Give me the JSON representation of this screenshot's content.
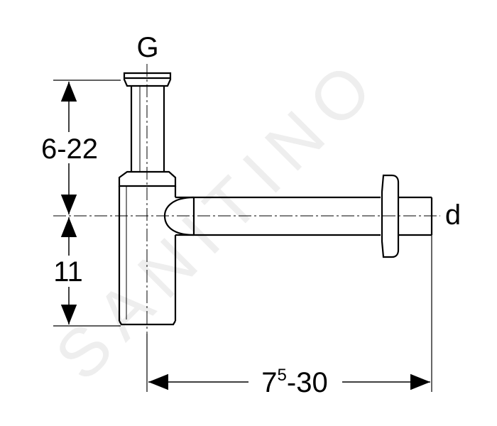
{
  "watermark": "SANITINO",
  "labels": {
    "thread": "G",
    "dimension_upper": "6-22",
    "dimension_lower": "11",
    "outlet": "d",
    "horizontal_base": "7",
    "horizontal_superscript": "5",
    "horizontal_suffix": "-30"
  },
  "colors": {
    "line": "#000000",
    "watermark": "#eeeeee",
    "background": "#ffffff"
  }
}
